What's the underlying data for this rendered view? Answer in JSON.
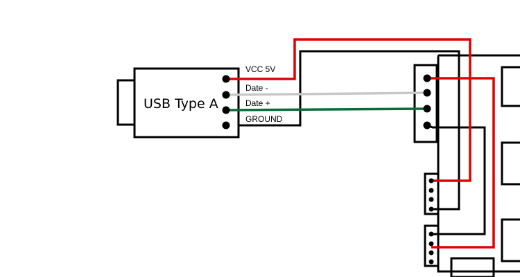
{
  "usb_connector": {
    "title": "USB Type A",
    "pins": [
      {
        "label": "VCC 5V"
      },
      {
        "label": "Date -"
      },
      {
        "label": "Date +"
      },
      {
        "label": "GROUND"
      }
    ]
  },
  "colors": {
    "vcc_wire": "#e00000",
    "data_minus_wire": "#c8c8c8",
    "data_plus_wire": "#0b6b3a",
    "ground_wire": "#000000",
    "outline": "#000000",
    "pin_fill": "#000000"
  }
}
